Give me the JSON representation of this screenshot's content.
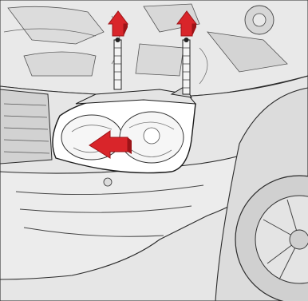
{
  "illustration": {
    "subject": "car-front-headlight-removal",
    "icons": [
      "retaining-pin",
      "pull-up-arrow",
      "pull-out-arrow",
      "headlight-unit",
      "wheel"
    ]
  },
  "colors": {
    "background": "#ffffff",
    "body_fill": "#e6e6e6",
    "body_shade": "#cfcfcf",
    "line": "#2b2b2b",
    "headlight_fill": "#ffffff",
    "arrow_red": "#d9252a",
    "arrow_dark": "#9c1418",
    "pin_fill": "#f4f4f4"
  }
}
